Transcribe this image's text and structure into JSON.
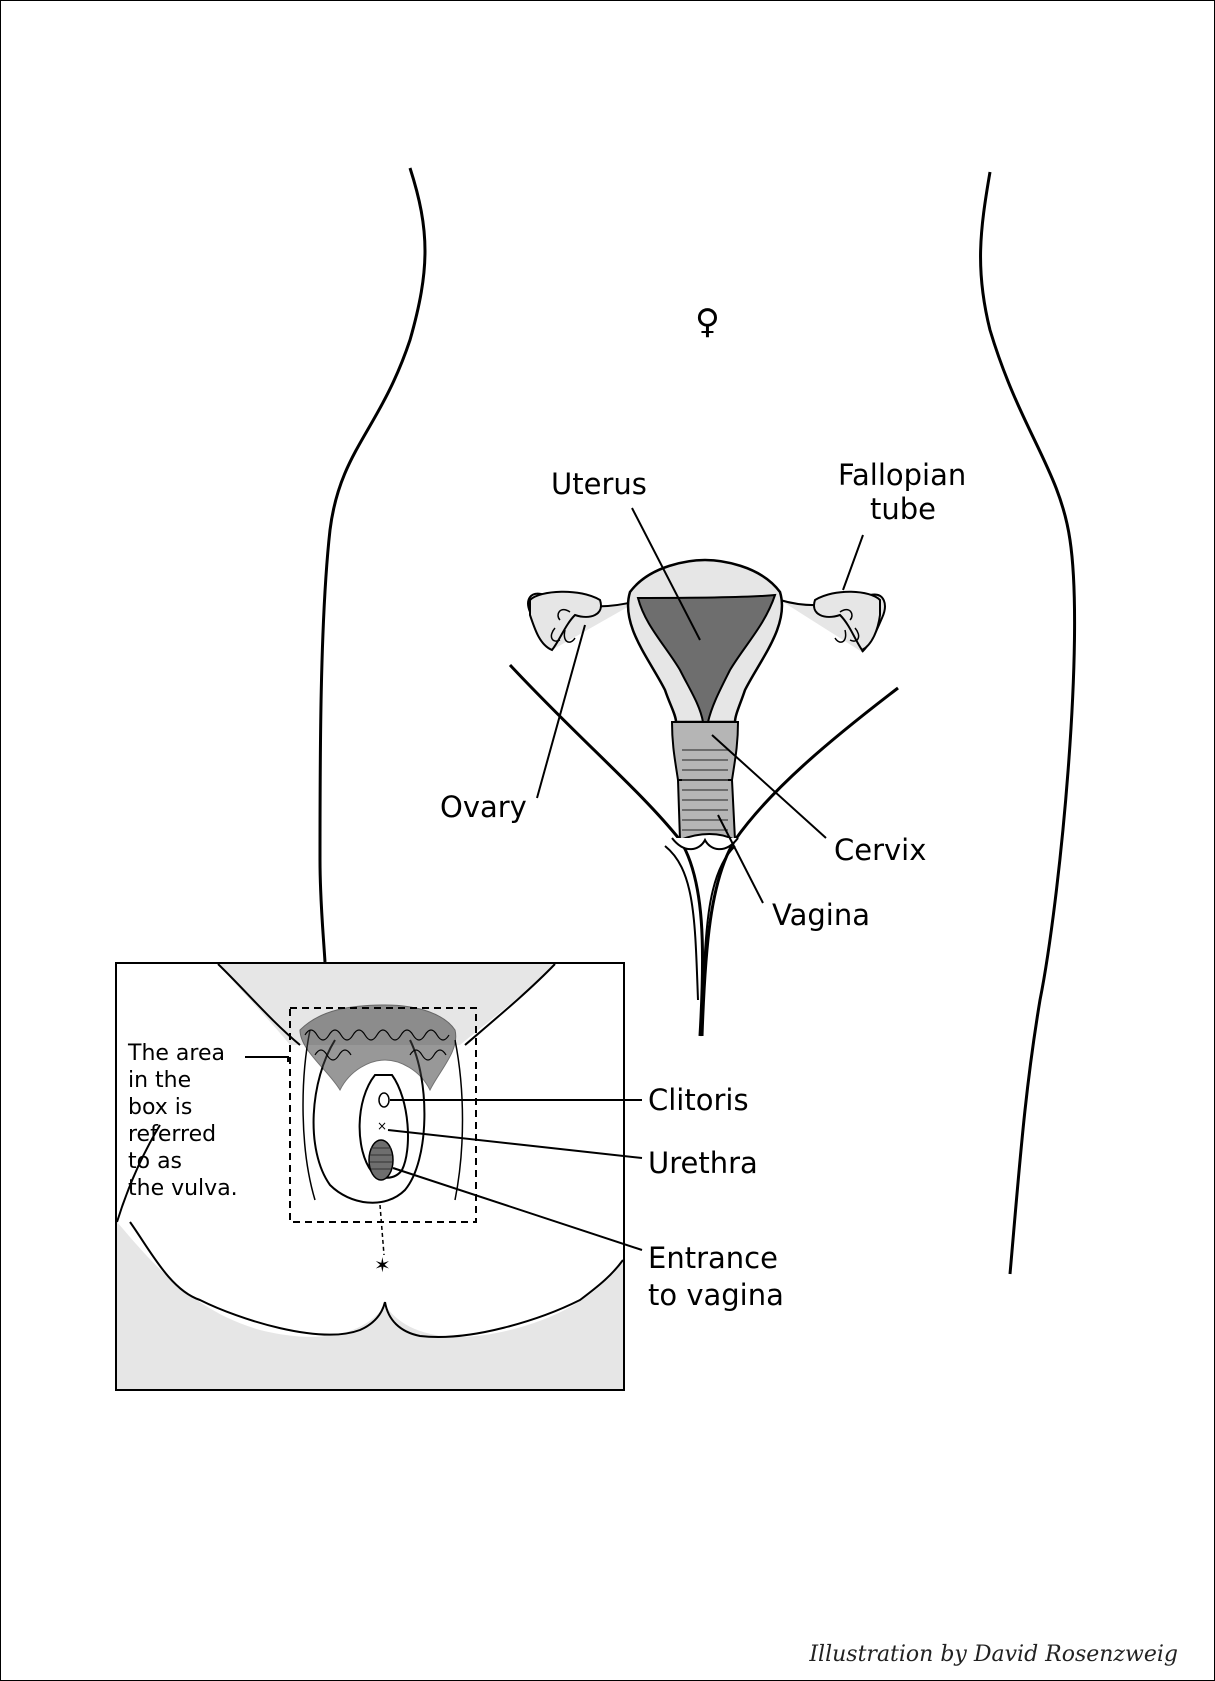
{
  "diagram": {
    "female_symbol": "♀",
    "labels": {
      "uterus": "Uterus",
      "fallopian_line1": "Fallopian",
      "fallopian_line2": "tube",
      "ovary": "Ovary",
      "cervix": "Cervix",
      "vagina": "Vagina",
      "clitoris": "Clitoris",
      "urethra": "Urethra",
      "entrance_line1": "Entrance",
      "entrance_line2": "to vagina"
    },
    "inset_note": {
      "line1": "The area",
      "line2": "in the",
      "line3": "box is",
      "line4": "referred",
      "line5": "to as",
      "line6": "the vulva."
    },
    "credit": "Illustration by David Rosenzweig"
  },
  "colors": {
    "line": "#000000",
    "fill_light": "#e6e6e6",
    "fill_mid": "#b5b5b5",
    "fill_dark": "#6e6e6e"
  }
}
